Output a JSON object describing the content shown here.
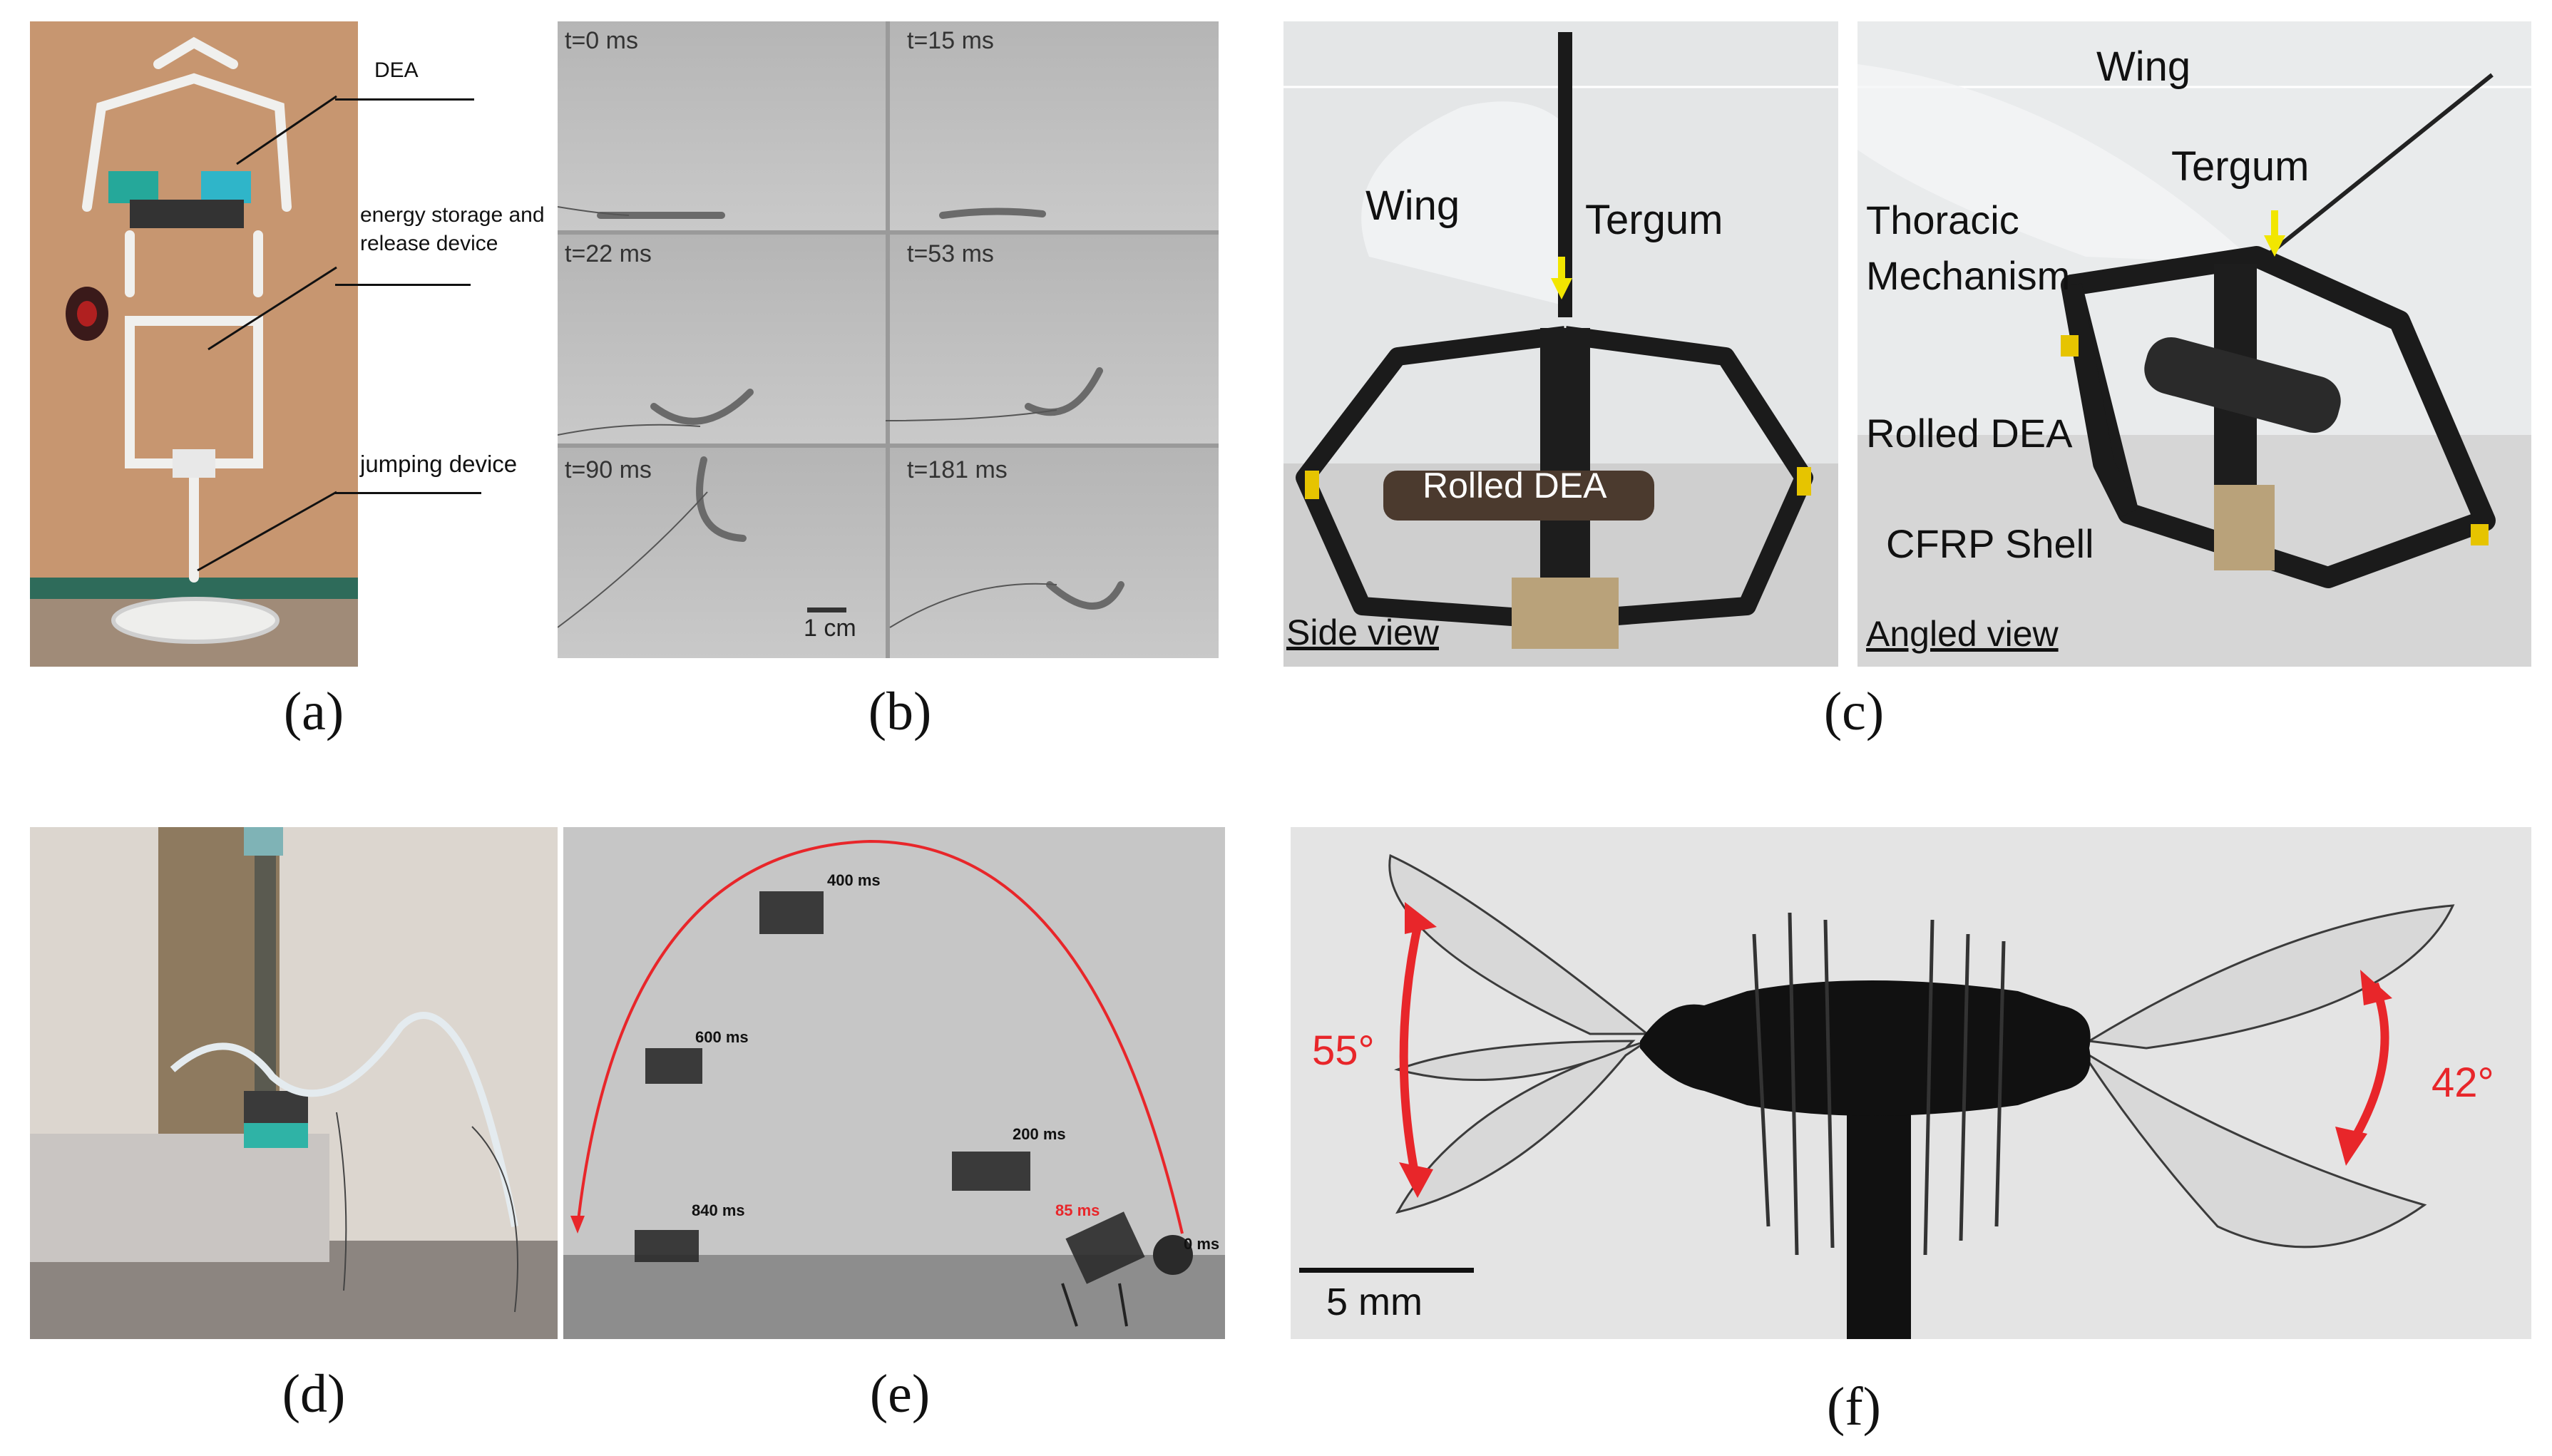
{
  "captions": [
    "(a)",
    "(b)",
    "(c)",
    "(d)",
    "(e)",
    "(f)"
  ],
  "panel_a": {
    "labels": [
      "DEA",
      "energy storage and",
      "release device",
      "jumping device"
    ]
  },
  "panel_b": {
    "frames": [
      "t=0 ms",
      "t=15 ms",
      "t=22 ms",
      "t=53 ms",
      "t=90 ms",
      "t=181 ms"
    ],
    "scale": "1 cm"
  },
  "panel_c": {
    "side": {
      "wing": "Wing",
      "tergum": "Tergum",
      "rolled_dea": "Rolled DEA",
      "view": "Side view"
    },
    "angled": {
      "wing": "Wing",
      "tergum": "Tergum",
      "thoracic_1": "Thoracic",
      "thoracic_2": "Mechanism",
      "rolled_dea": "Rolled DEA",
      "cfrp": "CFRP Shell",
      "view": "Angled view"
    }
  },
  "panel_e": {
    "times": [
      "400 ms",
      "600 ms",
      "200 ms",
      "840 ms",
      "85 ms",
      "0 ms"
    ]
  },
  "panel_f": {
    "angle_left": "55°",
    "angle_right": "42°",
    "scale": "5 mm"
  },
  "colors": {
    "red": "#e8262a",
    "yellow": "#f2e600"
  }
}
